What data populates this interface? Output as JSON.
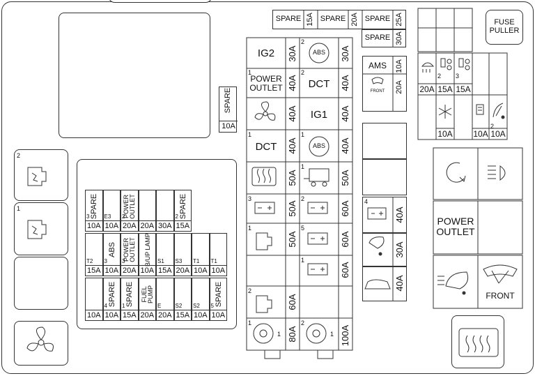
{
  "top_spares": {
    "s1": "SPARE",
    "a1": "15A",
    "s2": "SPARE",
    "a2": "20A",
    "s3": "SPARE",
    "a3": "25A",
    "s4": "SPARE",
    "a4": "30A"
  },
  "fuse_puller": "FUSE PULLER",
  "center_spare": {
    "label": "SPARE",
    "amp": "10A"
  },
  "mid_col": {
    "r1": {
      "label": "IG2",
      "amp": "30A"
    },
    "r2": {
      "label": "POWER OUTLET",
      "amp": "40A",
      "num": "1"
    },
    "r3": {
      "amp": "40A"
    },
    "r4": {
      "label": "DCT",
      "amp": "40A",
      "num": "1"
    },
    "r5": {
      "amp": "50A"
    },
    "r6": {
      "amp": "50A",
      "num": "3"
    },
    "r7": {
      "amp": "50A",
      "num": "1"
    },
    "r9": {
      "amp": "60A",
      "num": "2"
    },
    "r10": {
      "amp": "80A",
      "num": "1",
      "sub": "1"
    }
  },
  "right_col": {
    "r1": {
      "label": "ABS",
      "amp": "30A",
      "num": "2"
    },
    "r2": {
      "label": "DCT",
      "amp": "40A",
      "num": "2"
    },
    "r3": {
      "label": "IG1",
      "amp": "40A"
    },
    "r4": {
      "label": "ABS",
      "amp": "40A",
      "num": "1"
    },
    "r5": {
      "amp": "50A",
      "num": "1"
    },
    "r6": {
      "amp": "60A",
      "num": "2"
    },
    "r7": {
      "amp": "60A",
      "num": "5"
    },
    "r8": {
      "amp": "60A",
      "num": "1"
    },
    "r10": {
      "amp": "100A",
      "num": "2",
      "sub": "1"
    }
  },
  "ams": {
    "label": "AMS",
    "amp1": "10A",
    "amp2": "20A",
    "front": "FRONT"
  },
  "col3": {
    "r1": {
      "amp": "40A",
      "num": "4"
    },
    "r2": {
      "amp": "30A"
    },
    "r3": {
      "amp": "40A"
    }
  },
  "relay_top": {
    "amps": [
      "20A",
      "15A",
      "15A"
    ],
    "nums": [
      "2",
      "3"
    ]
  },
  "relay_mid": {
    "amps": [
      "10A",
      "10A",
      "10A"
    ],
    "num": "2"
  },
  "big_right": {
    "power_outlet": "POWER OUTLET",
    "front": "FRONT"
  },
  "left_nums": {
    "n2": "2",
    "n1": "1"
  },
  "mini": {
    "row1": [
      {
        "label": "SPARE",
        "num": "3",
        "amp": "10A"
      },
      {
        "label": "",
        "num": "E3",
        "amp": "10A"
      },
      {
        "label": "POWER OUTLET",
        "num": "2",
        "amp": "20A"
      },
      {
        "label": "",
        "amp": "20A"
      },
      {
        "label": "",
        "amp": "30A"
      },
      {
        "label": "SPARE",
        "num": "2",
        "amp": "15A"
      }
    ],
    "row2": [
      {
        "label": "",
        "num": "T2",
        "amp": "15A"
      },
      {
        "label": "ABS",
        "num": "3",
        "amp": "10A"
      },
      {
        "label": "POWER OUTLET",
        "num": "3",
        "amp": "20A"
      },
      {
        "label": "B/UP LAMP",
        "amp": "10A"
      },
      {
        "label": "",
        "num": "S1",
        "amp": "15A"
      },
      {
        "label": "",
        "num": "S3",
        "amp": "20A"
      },
      {
        "label": "",
        "num": "T1",
        "amp": "10A"
      },
      {
        "label": "",
        "num": "T1",
        "amp": "10A"
      }
    ],
    "row3": [
      {
        "label": "",
        "amp": "10A"
      },
      {
        "label": "SPARE",
        "num": "4",
        "amp": "10A"
      },
      {
        "label": "SPARE",
        "num": "1",
        "amp": "15A"
      },
      {
        "label": "FUEL PUMP",
        "amp": "20A"
      },
      {
        "label": "",
        "num": "E",
        "amp": "20A"
      },
      {
        "label": "",
        "num": "S2",
        "amp": "15A"
      },
      {
        "label": "",
        "num": "S2",
        "amp": "10A"
      },
      {
        "label": "SPARE",
        "num": "5",
        "amp": "10A"
      }
    ]
  }
}
